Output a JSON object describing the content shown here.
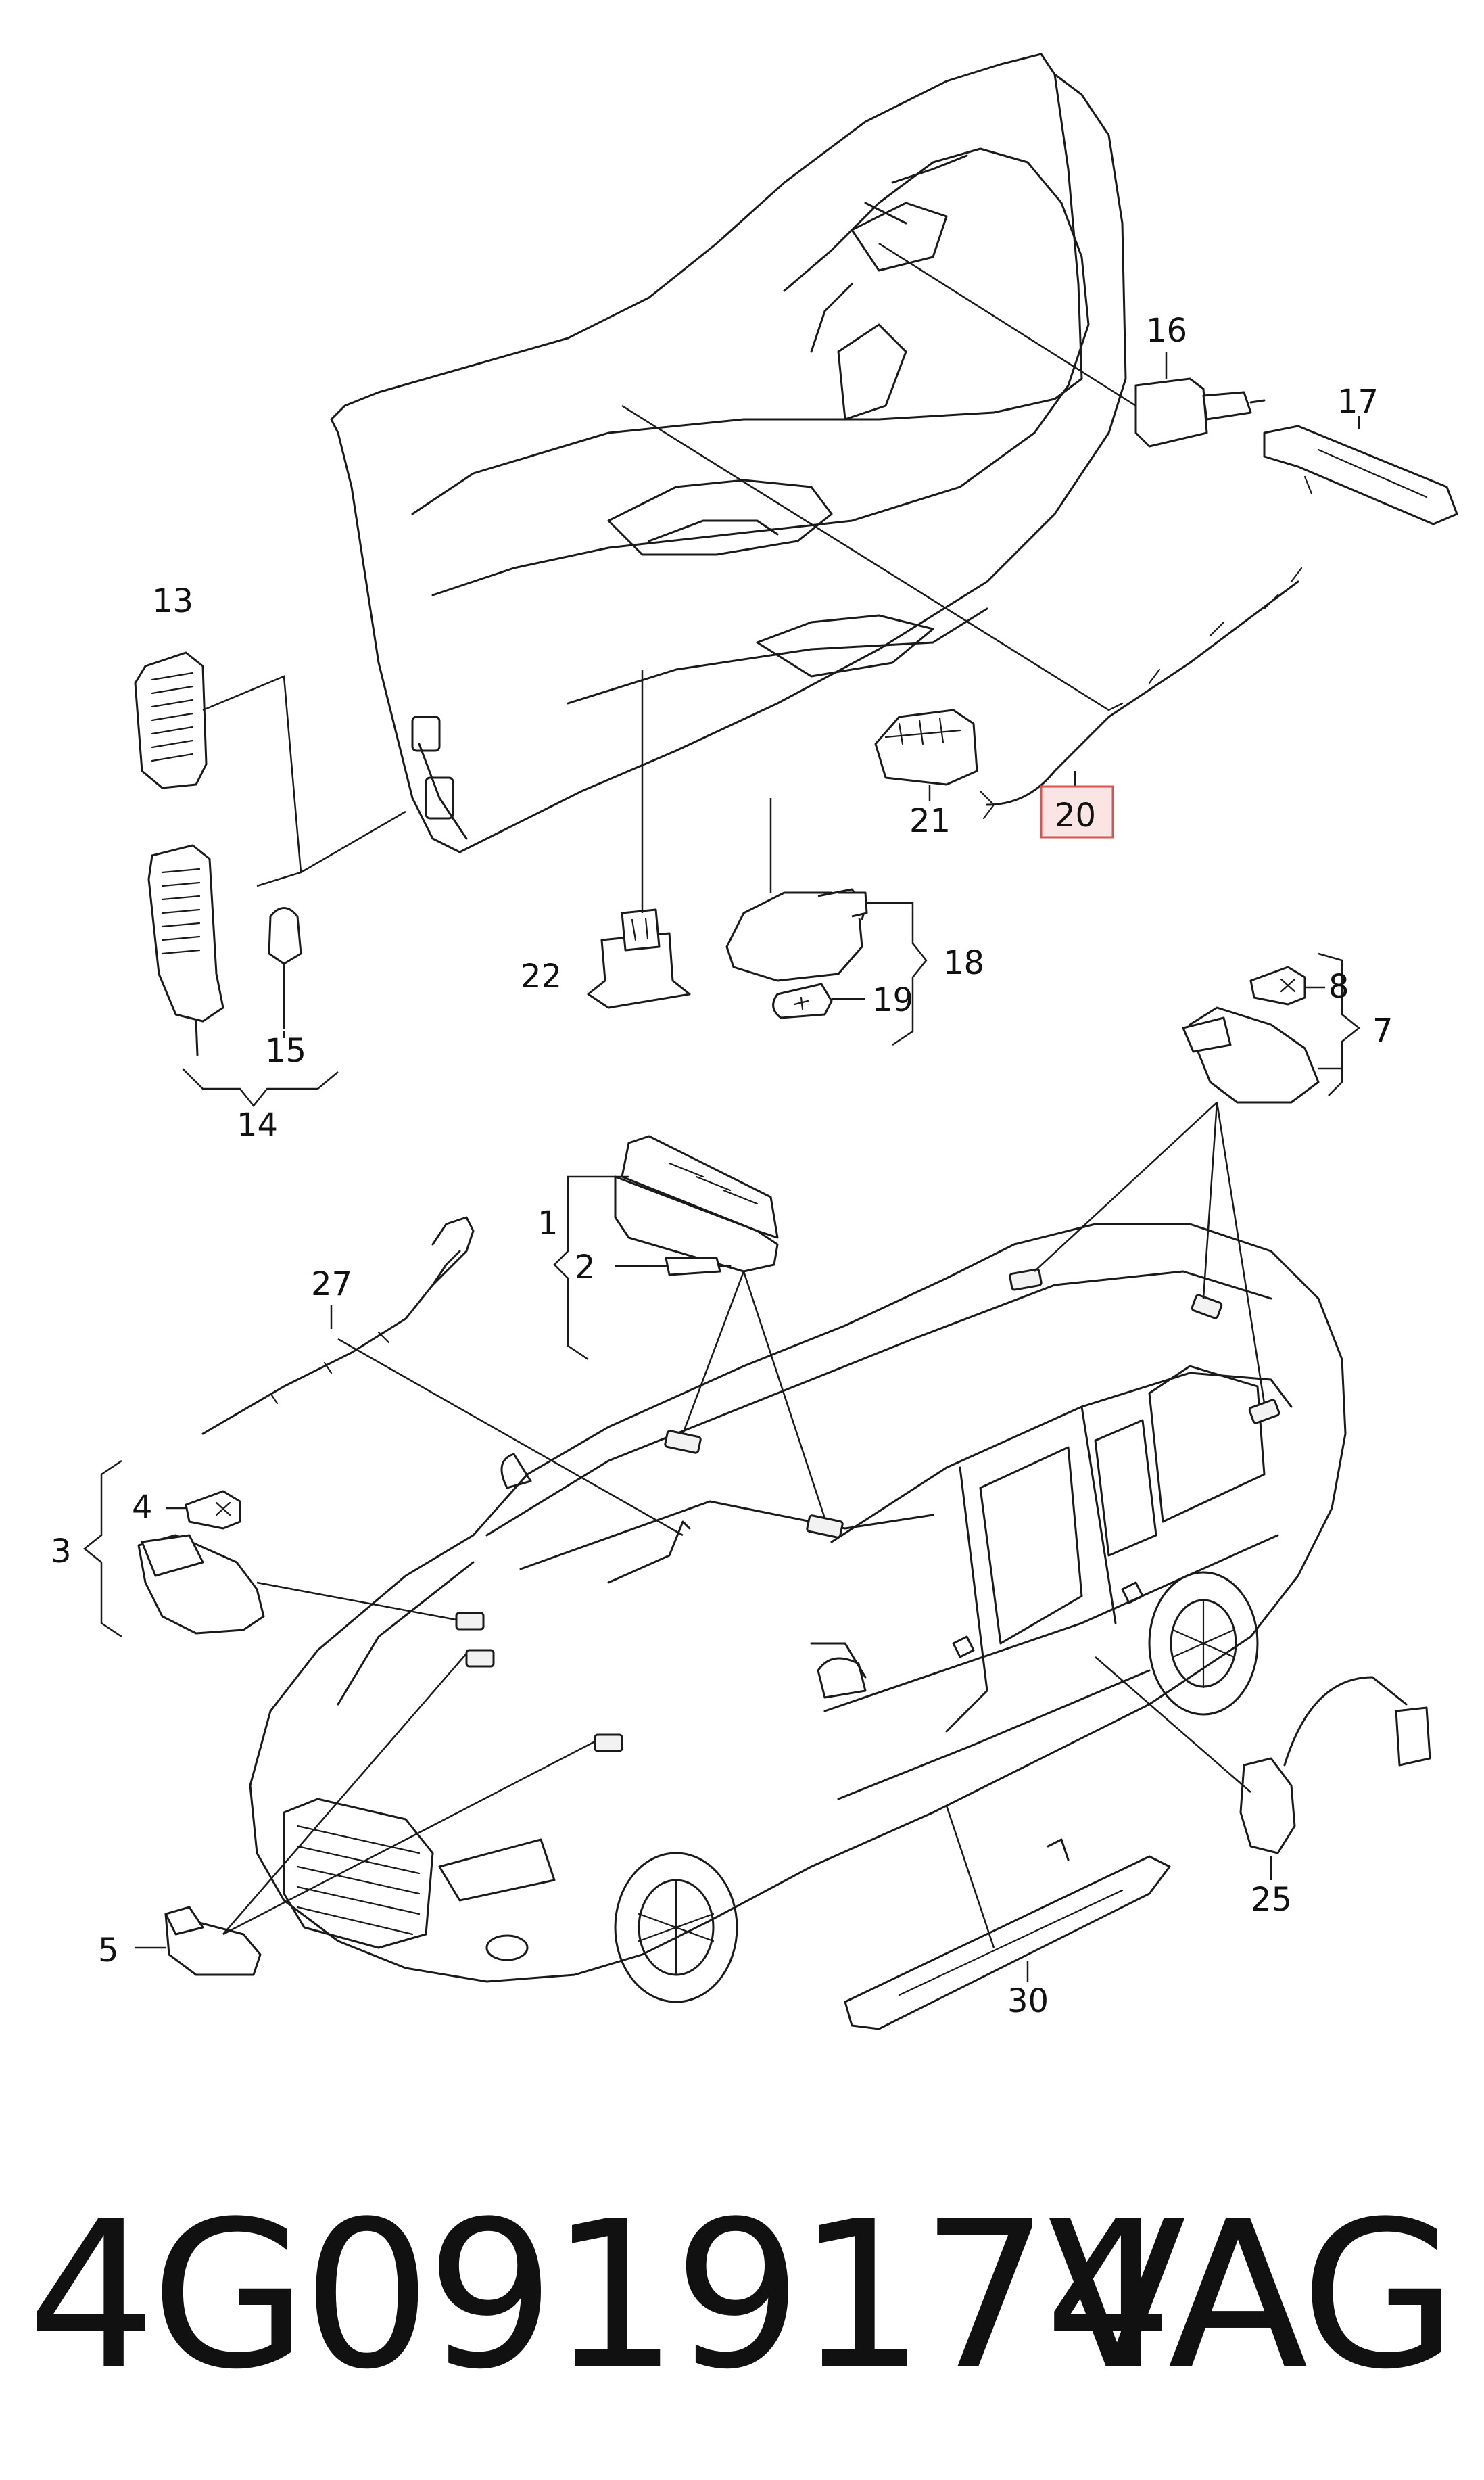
{
  "callouts": {
    "c1": "1",
    "c2": "2",
    "c3": "3",
    "c4": "4",
    "c5": "5",
    "c7": "7",
    "c8": "8",
    "c13": "13",
    "c14": "14",
    "c15": "15",
    "c16": "16",
    "c17": "17",
    "c18": "18",
    "c19": "19",
    "c20": "20",
    "c21": "21",
    "c22": "22",
    "c25": "25",
    "c27": "27",
    "c30": "30"
  },
  "highlight": {
    "part": "20",
    "color": "#d9534f",
    "fill": "#fbe4e4"
  },
  "footer": {
    "part_number": "4G0919174A",
    "brand": "VAG"
  }
}
